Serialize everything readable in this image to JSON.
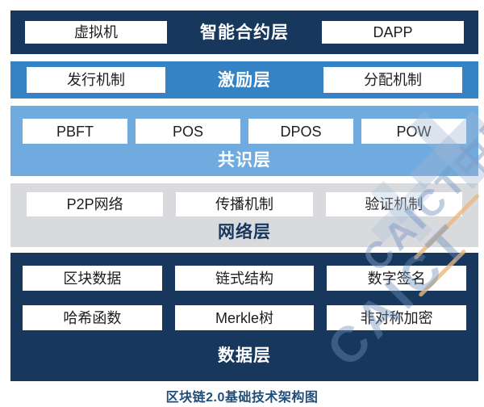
{
  "diagram": {
    "layers": {
      "smart_contract": {
        "title": "智能合约层",
        "left_box": "虚拟机",
        "right_box": "DAPP"
      },
      "incentive": {
        "title": "激励层",
        "left_box": "发行机制",
        "right_box": "分配机制"
      },
      "consensus": {
        "title": "共识层",
        "boxes": [
          "PBFT",
          "POS",
          "DPOS",
          "POW"
        ]
      },
      "network": {
        "title": "网络层",
        "boxes": [
          "P2P网络",
          "传播机制",
          "验证机制"
        ]
      },
      "data": {
        "title": "数据层",
        "row1": [
          "区块数据",
          "链式结构",
          "数字签名"
        ],
        "row2": [
          "哈希函数",
          "Merkle树",
          "非对称加密"
        ]
      }
    },
    "caption": "区块链2.0基础技术架构图",
    "watermark": {
      "org_text": "CAICT中国信通院",
      "logo_text": "CAICT"
    },
    "colors": {
      "dark_navy": "#17375d",
      "medium_blue": "#3583c5",
      "light_blue": "#6fabde",
      "light_gray": "#d8dade",
      "caption_blue": "#1f4e79",
      "watermark_blue": "#8da9c9",
      "watermark_orange": "#e9b87e"
    }
  }
}
